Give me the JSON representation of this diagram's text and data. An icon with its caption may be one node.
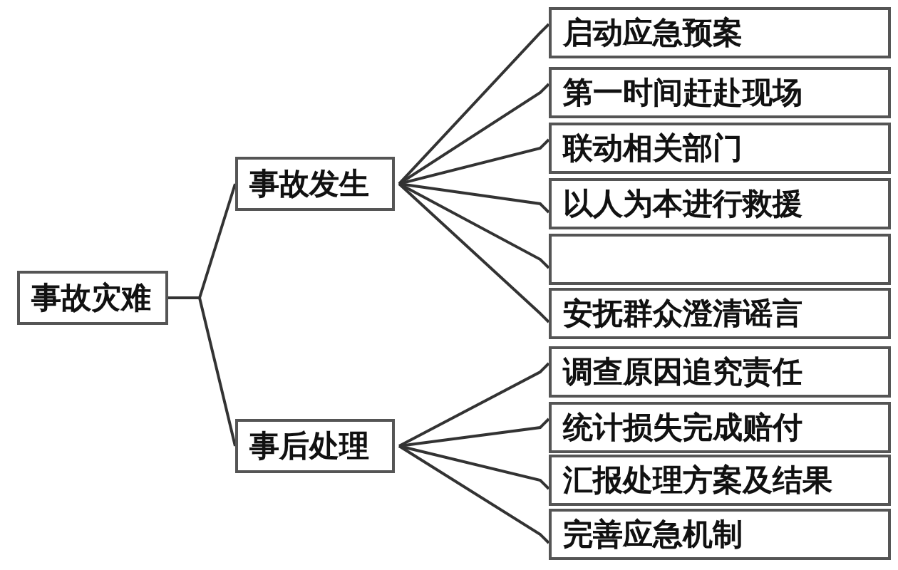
{
  "diagram": {
    "nodes": [
      {
        "text": [
          "事故灾难"
        ]
      },
      {
        "text": [
          "事故发生"
        ]
      },
      {
        "text": [
          "启动应急预案"
        ]
      },
      {
        "text": [
          "第一时间赶赴现场"
        ]
      },
      {
        "text": [
          "联动相关部门"
        ]
      },
      {
        "text": [
          "以人为本进行救援"
        ]
      },
      {
        "text": [],
        "shape": "box"
      },
      {
        "text": [
          "安抚群众澄清谣言"
        ]
      },
      {
        "text": [
          "事后处理"
        ]
      },
      {
        "text": [
          "调查原因追究责任"
        ]
      },
      {
        "text": [
          "统计损失完成赔付"
        ]
      },
      {
        "text": [
          "汇报处理方案及结果"
        ]
      },
      {
        "text": [
          "完善应急机制"
        ]
      }
    ],
    "edges": [
      {
        "from": 0,
        "to": 1,
        "arrow": "none"
      },
      {
        "from": 0,
        "to": 8,
        "arrow": "none"
      },
      {
        "from": 1,
        "to": 2,
        "arrow": "none"
      },
      {
        "from": 1,
        "to": 3,
        "arrow": "none"
      },
      {
        "from": 1,
        "to": 4,
        "arrow": "none"
      },
      {
        "from": 1,
        "to": 5,
        "arrow": "none"
      },
      {
        "from": 1,
        "to": 6,
        "arrow": "none"
      },
      {
        "from": 1,
        "to": 7,
        "arrow": "none"
      },
      {
        "from": 8,
        "to": 9,
        "arrow": "none"
      },
      {
        "from": 8,
        "to": 10,
        "arrow": "none"
      },
      {
        "from": 8,
        "to": 11,
        "arrow": "none"
      },
      {
        "from": 8,
        "to": 12,
        "arrow": "none"
      }
    ]
  }
}
